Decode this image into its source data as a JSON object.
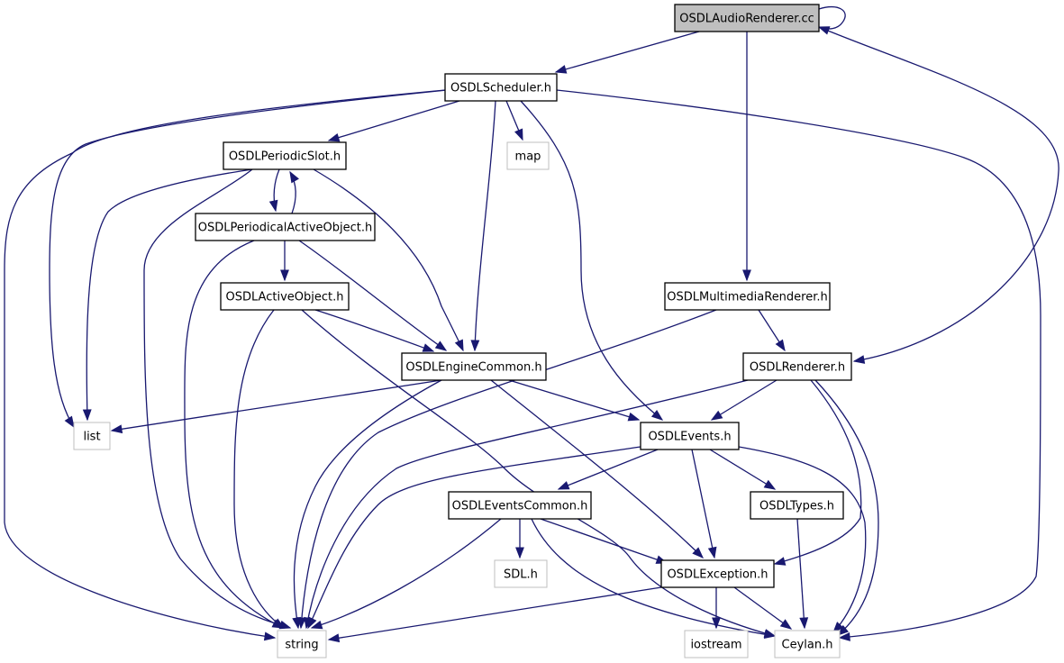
{
  "diagram": {
    "colors": {
      "edge": "#191970",
      "node_border": "#000000",
      "external_border": "#bfbfbf",
      "root_fill": "#bfbfbf",
      "background": "#ffffff"
    },
    "nodes": [
      {
        "id": "audio_renderer",
        "label": "OSDLAudioRenderer.cc",
        "kind": "root"
      },
      {
        "id": "scheduler",
        "label": "OSDLScheduler.h",
        "kind": "header"
      },
      {
        "id": "map",
        "label": "map",
        "kind": "external"
      },
      {
        "id": "periodic_slot",
        "label": "OSDLPeriodicSlot.h",
        "kind": "header"
      },
      {
        "id": "periodical_active_object",
        "label": "OSDLPeriodicalActiveObject.h",
        "kind": "header"
      },
      {
        "id": "active_object",
        "label": "OSDLActiveObject.h",
        "kind": "header"
      },
      {
        "id": "multimedia_renderer",
        "label": "OSDLMultimediaRenderer.h",
        "kind": "header"
      },
      {
        "id": "engine_common",
        "label": "OSDLEngineCommon.h",
        "kind": "header"
      },
      {
        "id": "renderer",
        "label": "OSDLRenderer.h",
        "kind": "header"
      },
      {
        "id": "list",
        "label": "list",
        "kind": "external"
      },
      {
        "id": "events",
        "label": "OSDLEvents.h",
        "kind": "header"
      },
      {
        "id": "events_common",
        "label": "OSDLEventsCommon.h",
        "kind": "header"
      },
      {
        "id": "types",
        "label": "OSDLTypes.h",
        "kind": "header"
      },
      {
        "id": "sdl",
        "label": "SDL.h",
        "kind": "external"
      },
      {
        "id": "exception",
        "label": "OSDLException.h",
        "kind": "header"
      },
      {
        "id": "string",
        "label": "string",
        "kind": "external"
      },
      {
        "id": "iostream",
        "label": "iostream",
        "kind": "external"
      },
      {
        "id": "ceylan",
        "label": "Ceylan.h",
        "kind": "external"
      }
    ],
    "edges": [
      {
        "from": "audio_renderer",
        "to": "audio_renderer"
      },
      {
        "from": "audio_renderer",
        "to": "scheduler"
      },
      {
        "from": "audio_renderer",
        "to": "multimedia_renderer"
      },
      {
        "from": "audio_renderer",
        "to": "renderer"
      },
      {
        "from": "scheduler",
        "to": "map"
      },
      {
        "from": "scheduler",
        "to": "periodic_slot"
      },
      {
        "from": "scheduler",
        "to": "engine_common"
      },
      {
        "from": "scheduler",
        "to": "events"
      },
      {
        "from": "scheduler",
        "to": "list"
      },
      {
        "from": "scheduler",
        "to": "string"
      },
      {
        "from": "scheduler",
        "to": "ceylan"
      },
      {
        "from": "periodic_slot",
        "to": "periodical_active_object"
      },
      {
        "from": "periodical_active_object",
        "to": "periodic_slot"
      },
      {
        "from": "periodic_slot",
        "to": "list"
      },
      {
        "from": "periodic_slot",
        "to": "string"
      },
      {
        "from": "periodic_slot",
        "to": "engine_common"
      },
      {
        "from": "periodical_active_object",
        "to": "active_object"
      },
      {
        "from": "periodical_active_object",
        "to": "engine_common"
      },
      {
        "from": "periodical_active_object",
        "to": "string"
      },
      {
        "from": "active_object",
        "to": "engine_common"
      },
      {
        "from": "active_object",
        "to": "string"
      },
      {
        "from": "active_object",
        "to": "ceylan"
      },
      {
        "from": "multimedia_renderer",
        "to": "renderer"
      },
      {
        "from": "multimedia_renderer",
        "to": "string"
      },
      {
        "from": "engine_common",
        "to": "list"
      },
      {
        "from": "engine_common",
        "to": "events"
      },
      {
        "from": "engine_common",
        "to": "string"
      },
      {
        "from": "engine_common",
        "to": "exception"
      },
      {
        "from": "renderer",
        "to": "events"
      },
      {
        "from": "renderer",
        "to": "string"
      },
      {
        "from": "renderer",
        "to": "exception"
      },
      {
        "from": "renderer",
        "to": "ceylan"
      },
      {
        "from": "events",
        "to": "events_common"
      },
      {
        "from": "events",
        "to": "types"
      },
      {
        "from": "events",
        "to": "exception"
      },
      {
        "from": "events",
        "to": "string"
      },
      {
        "from": "events",
        "to": "ceylan"
      },
      {
        "from": "events_common",
        "to": "sdl"
      },
      {
        "from": "events_common",
        "to": "exception"
      },
      {
        "from": "events_common",
        "to": "string"
      },
      {
        "from": "events_common",
        "to": "ceylan"
      },
      {
        "from": "types",
        "to": "ceylan"
      },
      {
        "from": "exception",
        "to": "string"
      },
      {
        "from": "exception",
        "to": "iostream"
      },
      {
        "from": "exception",
        "to": "ceylan"
      }
    ]
  }
}
